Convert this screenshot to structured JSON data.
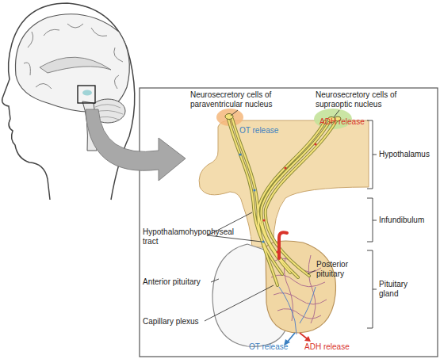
{
  "diagram": {
    "labels": [
      "Neurosecretory cells of paraventricular nucleus",
      "Neurosecretory cells of supraoptic nucleus",
      "OT release",
      "ADH release",
      "Hypothalamus",
      "Infundibulum",
      "Hypothalamohypophyseal tract",
      "Posterior pituitary",
      "Pituitary gland",
      "Anterior pituitary",
      "Capillary plexus",
      "OT release",
      "ADH release"
    ]
  }
}
